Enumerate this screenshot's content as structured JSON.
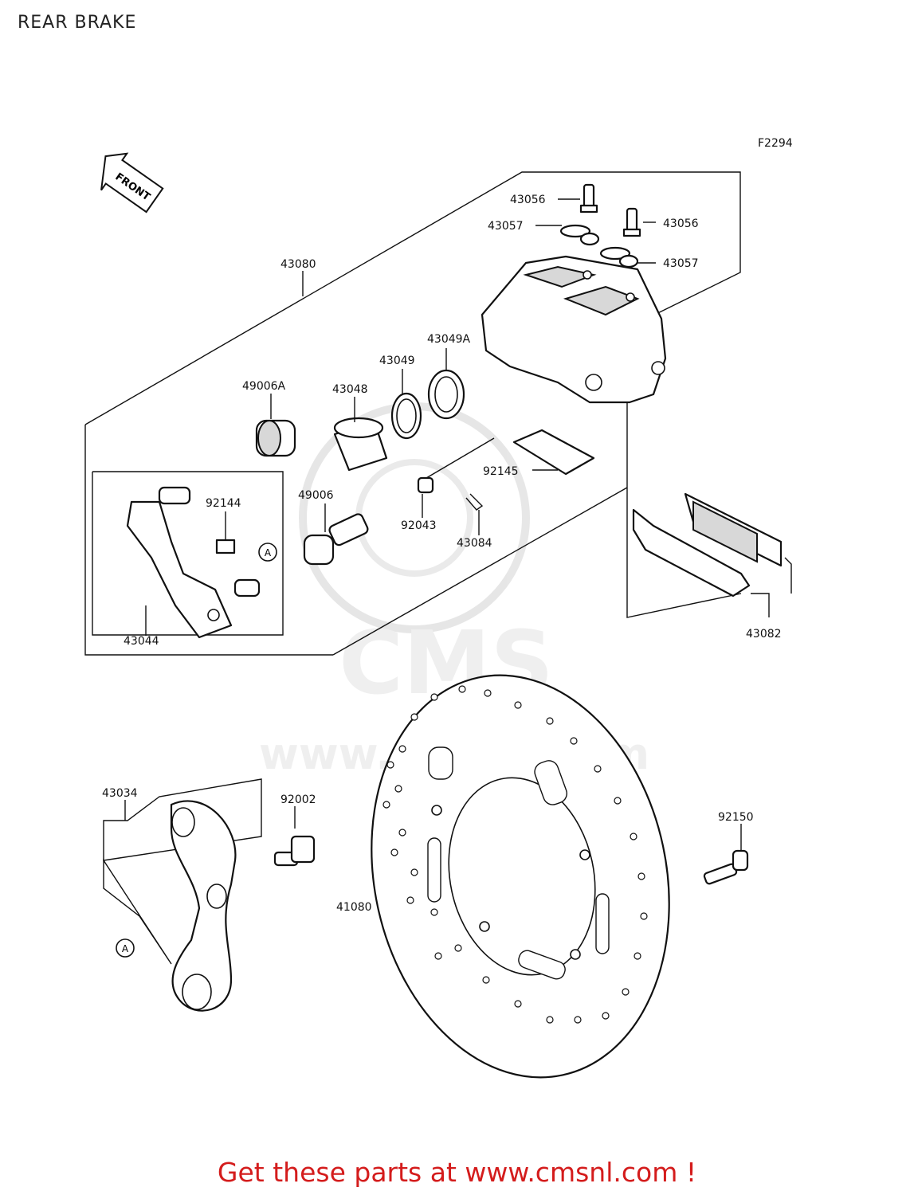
{
  "title": "REAR BRAKE",
  "figure_code": "F2294",
  "front_arrow_text": "FRONT",
  "watermark": {
    "text": "www.cmsnl.com",
    "logo_text": "CMS"
  },
  "parts": {
    "p43056a": "43056",
    "p43056b": "43056",
    "p43057a": "43057",
    "p43057b": "43057",
    "p43080": "43080",
    "p43049A": "43049A",
    "p43049": "43049",
    "p43048": "43048",
    "p49006A": "49006A",
    "p92145": "92145",
    "p92144": "92144",
    "p49006": "49006",
    "p92043": "92043",
    "p43084": "43084",
    "p43044": "43044",
    "p43082": "43082",
    "p43034": "43034",
    "p92002": "92002",
    "p92150": "92150",
    "p41080": "41080"
  },
  "ref_marker": "A",
  "footer": "Get these parts at www.cmsnl.com !",
  "colors": {
    "footer_text": "#d41c1c",
    "watermark": "#cfcfcf"
  }
}
